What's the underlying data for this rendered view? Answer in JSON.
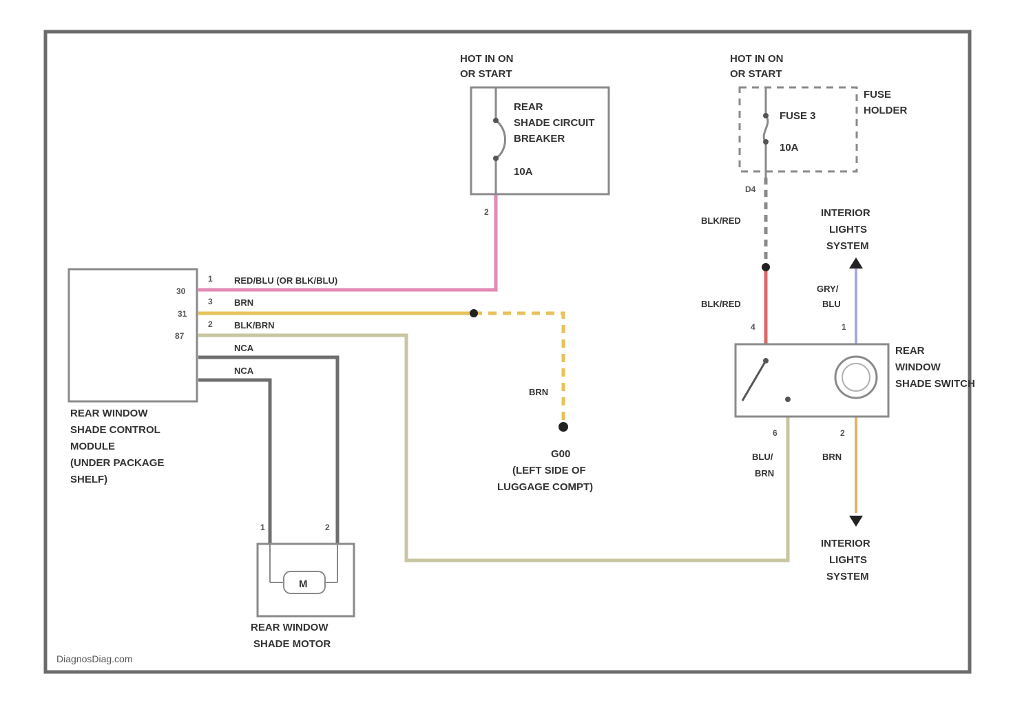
{
  "colors": {
    "border": "#6b6b6b",
    "wire_pink": "#e389b5",
    "wire_yellow": "#e6c25a",
    "wire_tan": "#c8c6a0",
    "wire_gray": "#6e6e6e",
    "wire_red": "#d96a6a",
    "wire_purple": "#a9a6e8",
    "wire_orange": "#e2b36a",
    "component_line": "#8a8a8a"
  },
  "circuit_breaker": {
    "hot_label": [
      "HOT IN ON",
      "OR START"
    ],
    "name": [
      "REAR",
      "SHADE CIRCUIT",
      "BREAKER"
    ],
    "rating": "10A",
    "pin": "2"
  },
  "fuse_holder": {
    "hot_label": [
      "HOT IN ON",
      "OR START"
    ],
    "holder_label": [
      "FUSE",
      "HOLDER"
    ],
    "fuse_name": "FUSE 3",
    "rating": "10A",
    "connector": "D4"
  },
  "control_module": {
    "name": [
      "REAR WINDOW",
      "SHADE CONTROL",
      "MODULE",
      "(UNDER PACKAGE",
      "SHELF)"
    ],
    "terminals": [
      "30",
      "31",
      "87"
    ],
    "pins": [
      "1",
      "3",
      "2"
    ]
  },
  "wires": {
    "w1": "RED/BLU (OR BLK/BLU)",
    "w2": "BRN",
    "w3": "BLK/BRN",
    "w4": "NCA",
    "w5": "NCA",
    "ground_wire": "BRN",
    "blk_red_upper": "BLK/RED",
    "blk_red_lower": "BLK/RED",
    "gry_blu": [
      "GRY/",
      "BLU"
    ],
    "blu_brn": [
      "BLU/",
      "BRN"
    ],
    "brn_lower": "BRN"
  },
  "ground": {
    "id": "G00",
    "desc": [
      "(LEFT SIDE OF",
      "LUGGAGE COMPT)"
    ]
  },
  "interior_lights_top": [
    "INTERIOR",
    "LIGHTS",
    "SYSTEM"
  ],
  "interior_lights_bottom": [
    "INTERIOR",
    "LIGHTS",
    "SYSTEM"
  ],
  "shade_switch": {
    "name": [
      "REAR",
      "WINDOW",
      "SHADE SWITCH"
    ],
    "pins": {
      "top_left": "4",
      "top_right": "1",
      "bottom_left": "6",
      "bottom_right": "2"
    }
  },
  "motor": {
    "symbol": "M",
    "name": [
      "REAR WINDOW",
      "SHADE MOTOR"
    ],
    "pins": [
      "1",
      "2"
    ]
  },
  "watermark": "DiagnosDiag.com"
}
